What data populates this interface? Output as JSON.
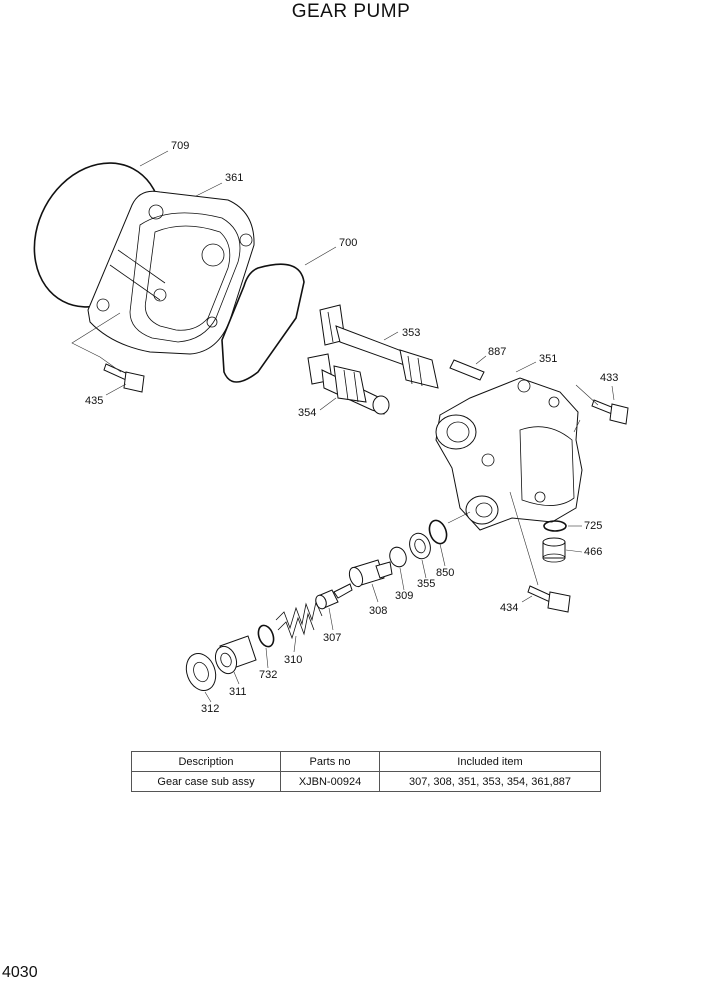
{
  "title": "GEAR PUMP",
  "page_number": "4030",
  "callouts": {
    "c709": "709",
    "c361": "361",
    "c700": "700",
    "c353": "353",
    "c887": "887",
    "c351": "351",
    "c433": "433",
    "c435": "435",
    "c354": "354",
    "c725": "725",
    "c466": "466",
    "c850": "850",
    "c355": "355",
    "c309": "309",
    "c308": "308",
    "c434": "434",
    "c307": "307",
    "c310": "310",
    "c732": "732",
    "c311": "311",
    "c312": "312"
  },
  "table": {
    "headers": [
      "Description",
      "Parts no",
      "Included item"
    ],
    "rows": [
      [
        "Gear case sub assy",
        "XJBN-00924",
        "307, 308, 351, 353, 354, 361,887"
      ]
    ]
  }
}
